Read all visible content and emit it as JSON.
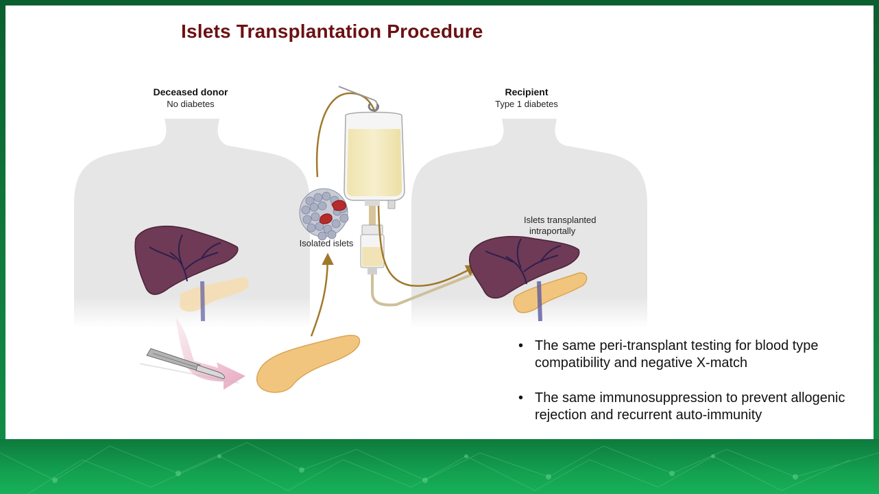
{
  "slide": {
    "title": "Islets Transplantation Procedure"
  },
  "figure": {
    "donor": {
      "title": "Deceased donor",
      "subtitle": "No diabetes"
    },
    "recipient": {
      "title": "Recipient",
      "subtitle": "Type 1 diabetes"
    },
    "labels": {
      "isolated_islets": "Isolated islets",
      "transplanted_line1": "Islets transplanted",
      "transplanted_line2": "intraportally"
    },
    "colors": {
      "title": "#6b1012",
      "body_silhouette": "#e4e4e4",
      "liver": "#6e3a55",
      "pancreas": "#f2c57e",
      "arrow": "#a0782a",
      "incision_arrow": "#e8b4c8",
      "bag_fluid": "#f3e7b6",
      "background": "#0f7a3b"
    },
    "icons": [
      "scalpel-icon",
      "iv-bag-icon"
    ]
  },
  "bullets": [
    "The same peri-transplant testing for blood type compatibility and negative X-match",
    "The same immunosuppression to prevent allogenic rejection and recurrent auto-immunity"
  ]
}
